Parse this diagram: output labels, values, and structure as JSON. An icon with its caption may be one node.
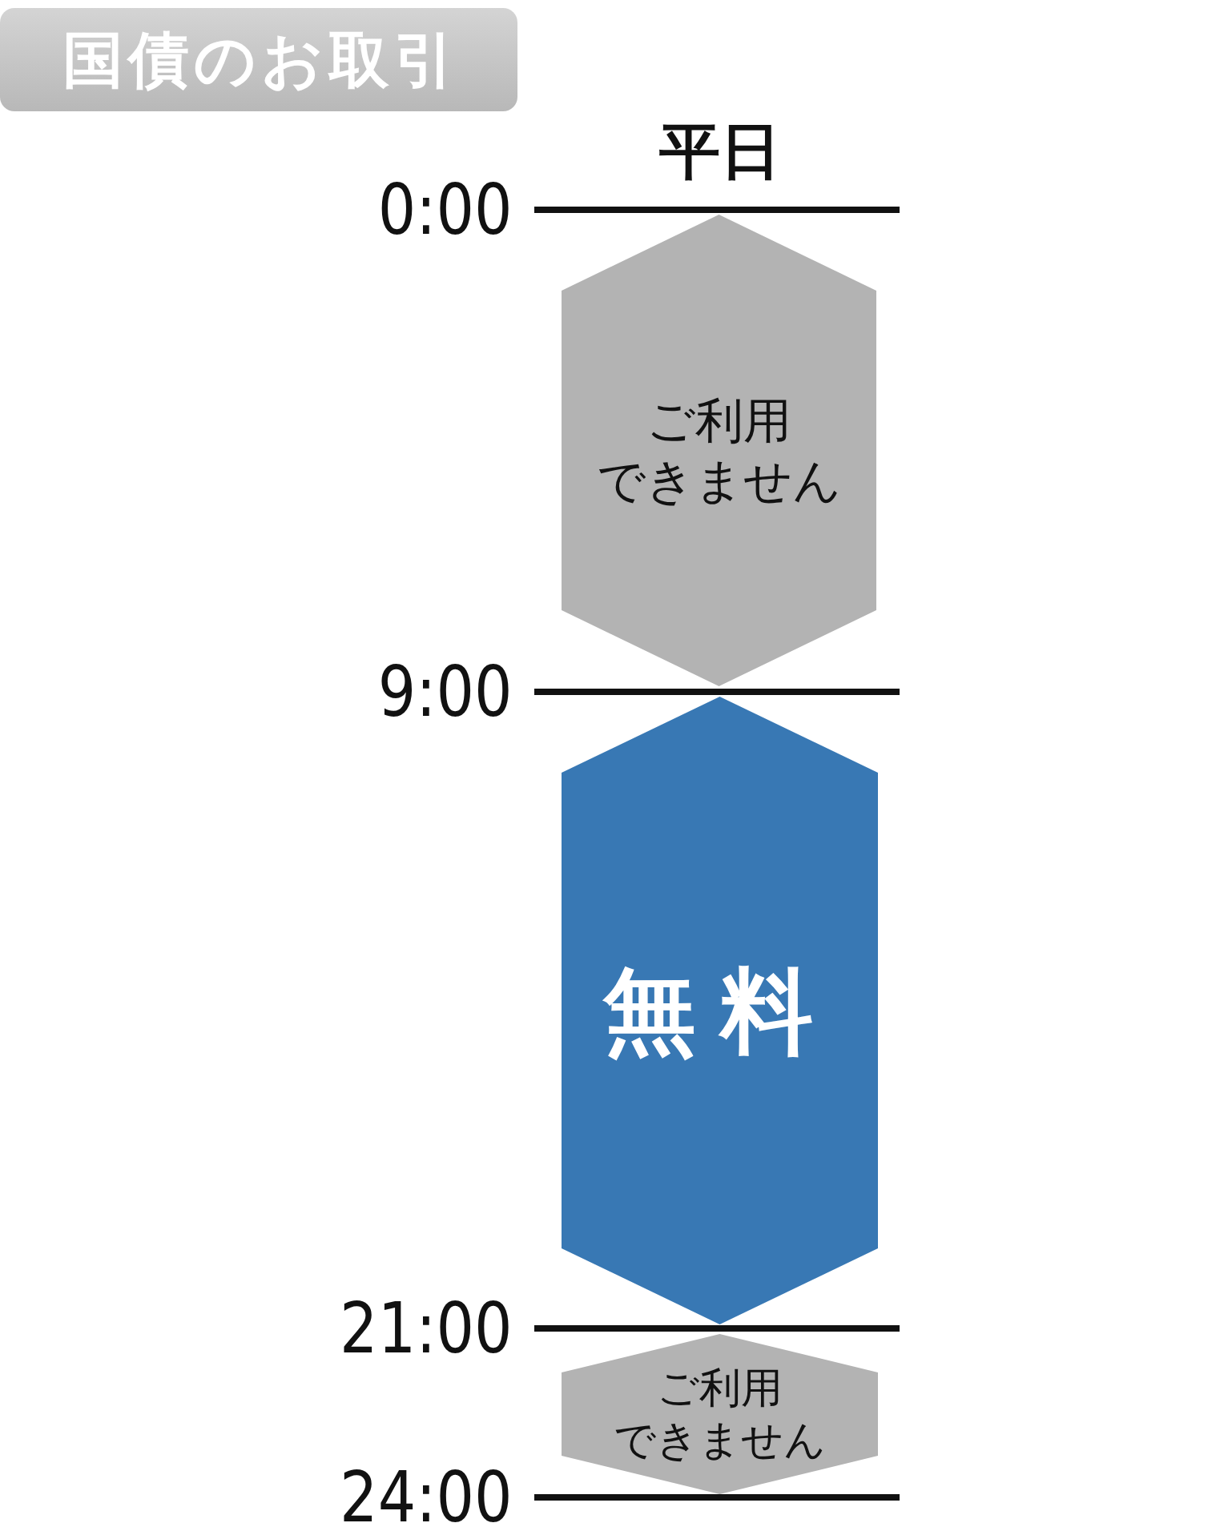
{
  "diagram": {
    "title": "国債のお取引",
    "nodes": [
      {
        "text": [
          "ご利用できません"
        ]
      },
      {
        "text": [
          "無料"
        ]
      },
      {
        "text": [
          "ご利用できません"
        ]
      }
    ],
    "labels": [
      "平日",
      "0:00",
      "9:00",
      "21:00",
      "24:00"
    ]
  }
}
